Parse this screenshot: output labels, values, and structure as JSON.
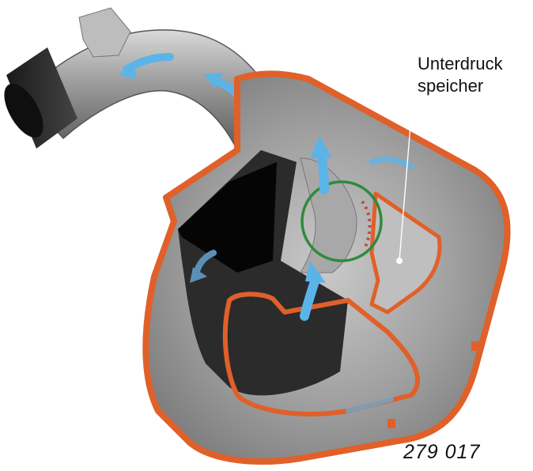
{
  "callout": {
    "line1": "Unterdruck",
    "line2": "speicher"
  },
  "figure_number": "279 017",
  "colors": {
    "casing_orange": "#e0602a",
    "flow_arrow_blue": "#5bb4e8",
    "highlight_circle_green": "#2e8b3e",
    "interior_dark": "#2b2b2b",
    "metal_grey": "#9a9a9a"
  }
}
